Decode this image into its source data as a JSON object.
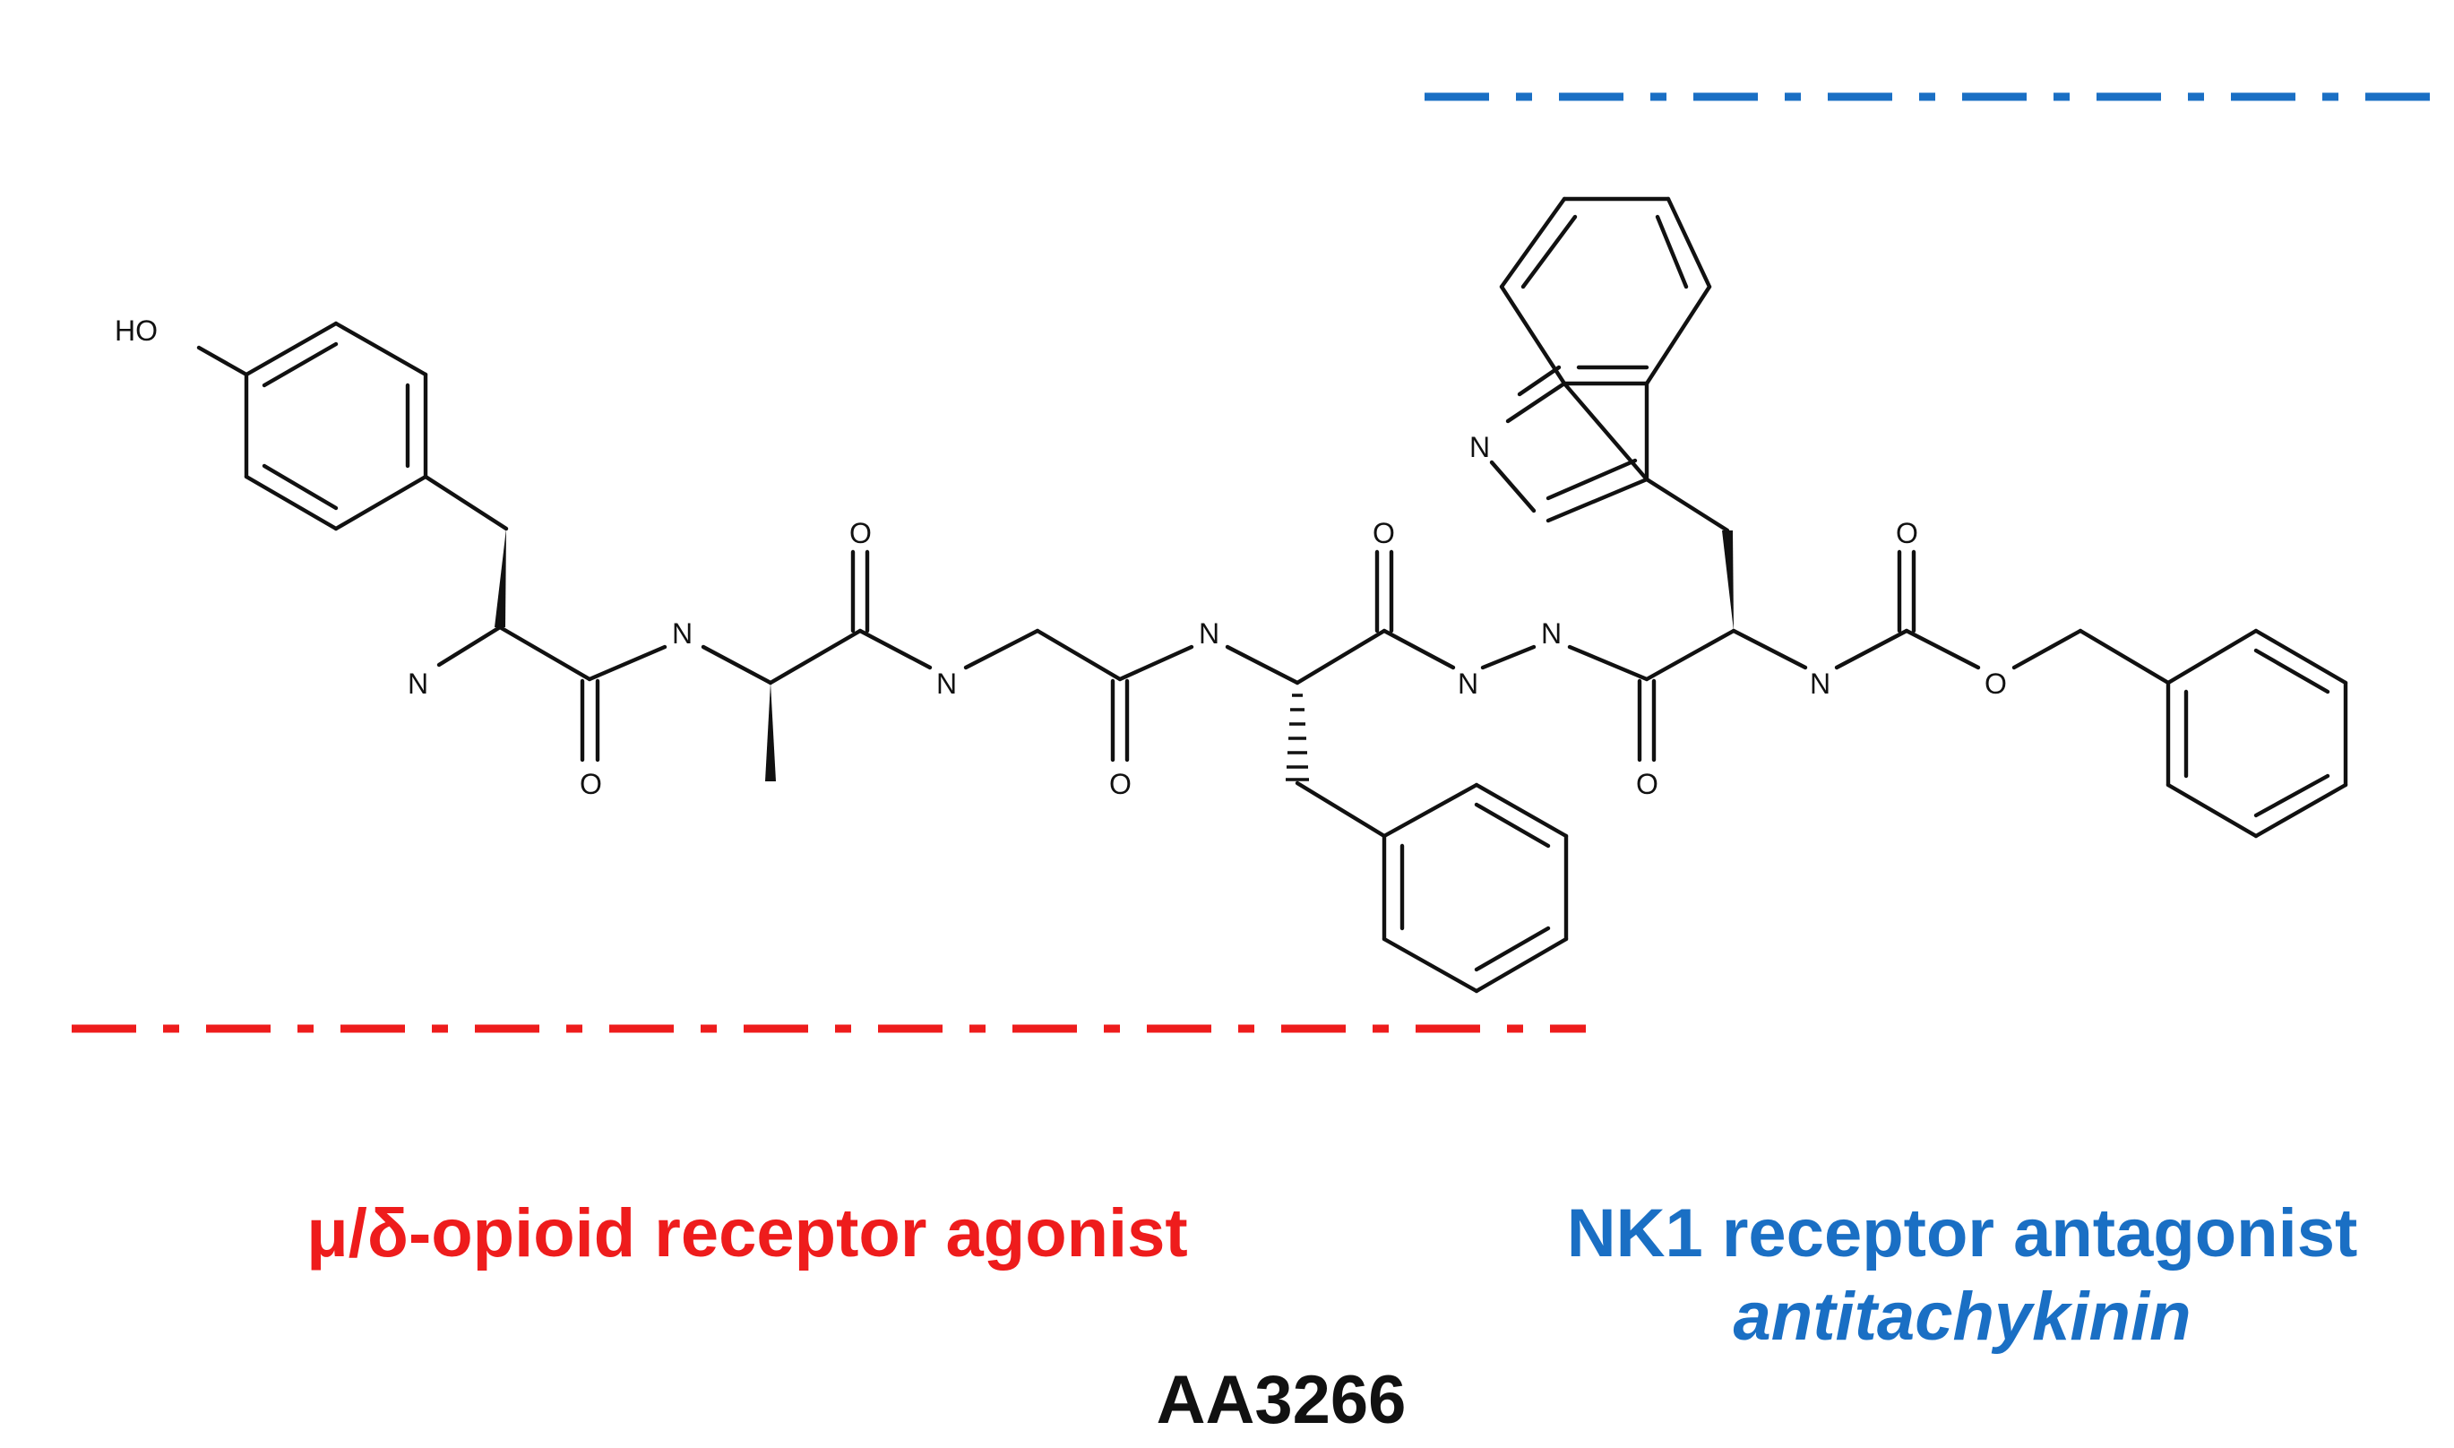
{
  "colors": {
    "opioid": "#ee1c1c",
    "nk1": "#1a6fc4",
    "molecule": "#111111",
    "background": "#ffffff"
  },
  "atoms": {
    "ho": "HO",
    "n": "N",
    "o": "O"
  },
  "labels": {
    "opioid": "μ/δ-opioid receptor agonist",
    "nk1": "NK1 receptor antagonist",
    "nk1_sub": "antitachykinin",
    "compound": "AA3266"
  }
}
